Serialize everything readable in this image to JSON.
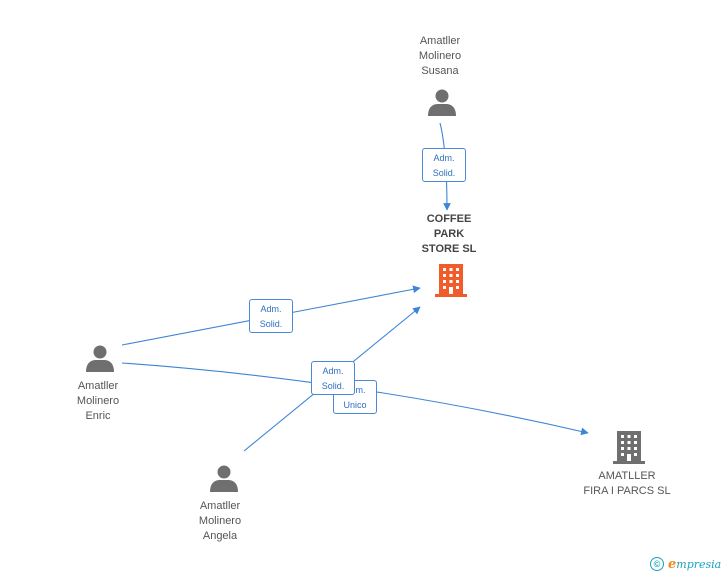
{
  "nodes": {
    "susana": {
      "label": "Amatller\nMolinero\nSusana",
      "type": "person"
    },
    "coffee": {
      "label": "COFFEE\nPARK\nSTORE SL",
      "type": "company-main"
    },
    "enric": {
      "label": "Amatller\nMolinero\nEnric",
      "type": "person"
    },
    "angela": {
      "label": "Amatller\nMolinero\nAngela",
      "type": "person"
    },
    "fira": {
      "label": "AMATLLER\nFIRA I PARCS SL",
      "type": "company"
    }
  },
  "edges": {
    "susana_coffee": {
      "label": "Adm.\nSolid."
    },
    "enric_coffee": {
      "label": "Adm.\nSolid."
    },
    "angela_coffee": {
      "label": "Adm.\nSolid."
    },
    "enric_fira": {
      "label": "Adm.\nUnico"
    }
  },
  "colors": {
    "edge": "#3d85d6",
    "person_icon": "#6f6f6f",
    "company_icon": "#6f6f6f",
    "main_company_icon": "#f25c2a"
  },
  "brand": {
    "copyright_symbol": "©",
    "name_initial": "e",
    "name_rest": "mpresia"
  }
}
